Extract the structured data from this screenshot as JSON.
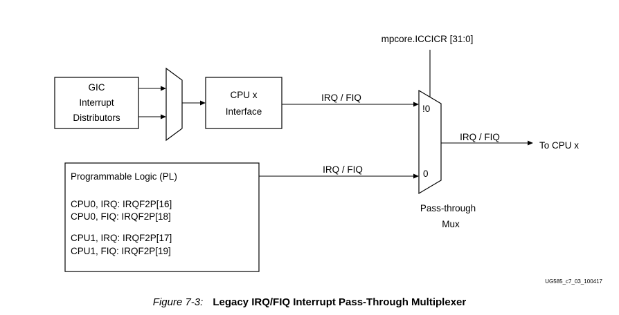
{
  "blocks": {
    "gic": [
      "GIC",
      "Interrupt",
      "Distributors"
    ],
    "cpu_interface": [
      "CPU x",
      "Interface"
    ],
    "pl": {
      "title": "Programmable Logic (PL)",
      "cpu0_irq": "CPU0, IRQ: IRQF2P[16]",
      "cpu0_fiq": "CPU0, FIQ: IRQF2P[18]",
      "cpu1_irq": "CPU1, IRQ: IRQF2P[17]",
      "cpu1_fiq": "CPU1, FIQ: IRQF2P[19]"
    }
  },
  "signals": {
    "control": "mpcore.ICCICR [31:0]",
    "irq_fiq_top": "IRQ / FIQ",
    "irq_fiq_bottom": "IRQ / FIQ",
    "irq_fiq_out": "IRQ / FIQ",
    "output": "To CPU x"
  },
  "mux": {
    "input_not0": "!0",
    "input_0": "0",
    "label": [
      "Pass-through",
      "Mux"
    ]
  },
  "figure": {
    "id": "UG585_c7_03_100417",
    "number": "Figure 7-3:",
    "title": "Legacy IRQ/FIQ Interrupt Pass-Through Multiplexer"
  }
}
